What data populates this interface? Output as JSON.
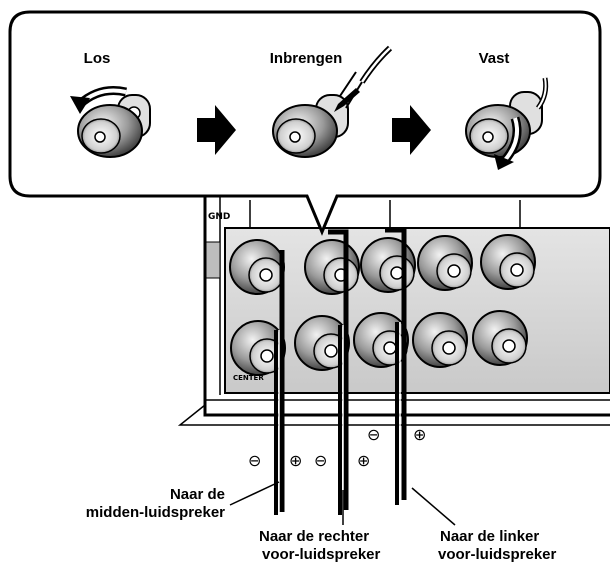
{
  "steps": {
    "loosen": "Los",
    "insert": "Inbrengen",
    "tighten": "Vast"
  },
  "polarity": {
    "minus": "⊖",
    "plus": "⊕"
  },
  "panel_labels": {
    "gnd": "GND",
    "center": "CENTER"
  },
  "destinations": {
    "center_line1": "Naar de",
    "center_line2": "midden-luidspreker",
    "front_right_line1": "Naar de rechter",
    "front_right_line2": "voor-luidspreker",
    "front_left_line1": "Naar de linker",
    "front_left_line2": "voor-luidspreker"
  }
}
